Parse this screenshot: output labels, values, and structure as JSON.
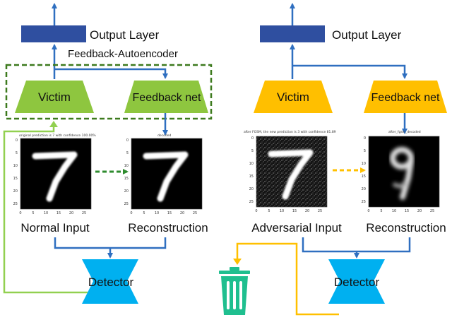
{
  "colors": {
    "blue_arrow": "#2f6fc0",
    "output_box": "#2f4fa0",
    "victim_green": "#8ec63f",
    "victim_orange": "#ffbf00",
    "detector": "#00b0f0",
    "feedback_dash": "#3d7a1e",
    "green_line": "#92d050",
    "orange_line": "#ffc000",
    "trash": "#1fbf8f"
  },
  "left": {
    "output_label": "Output Layer",
    "group_label": "Feedback-Autoencoder",
    "victim_label": "Victim",
    "feedback_label": "Feedback net",
    "img1_title": "original prediction is 7 with confidence 100.00%",
    "img2_title": "decoded",
    "caption1": "Normal Input",
    "caption2": "Reconstruction",
    "detector_label": "Detector"
  },
  "right": {
    "output_label": "Output Layer",
    "victim_label": "Victim",
    "feedback_label": "Feedback net",
    "img1_title": "after FGSM, the new prediction is 3 with confidence 81.89",
    "img2_title": "after_fgsm_decoded",
    "caption1": "Adversarial Input",
    "caption2": "Reconstruction",
    "detector_label": "Detector"
  },
  "ticks": {
    "axis": [
      "0",
      "5",
      "10",
      "15",
      "20",
      "25"
    ]
  },
  "icons": [
    "trash-icon"
  ]
}
